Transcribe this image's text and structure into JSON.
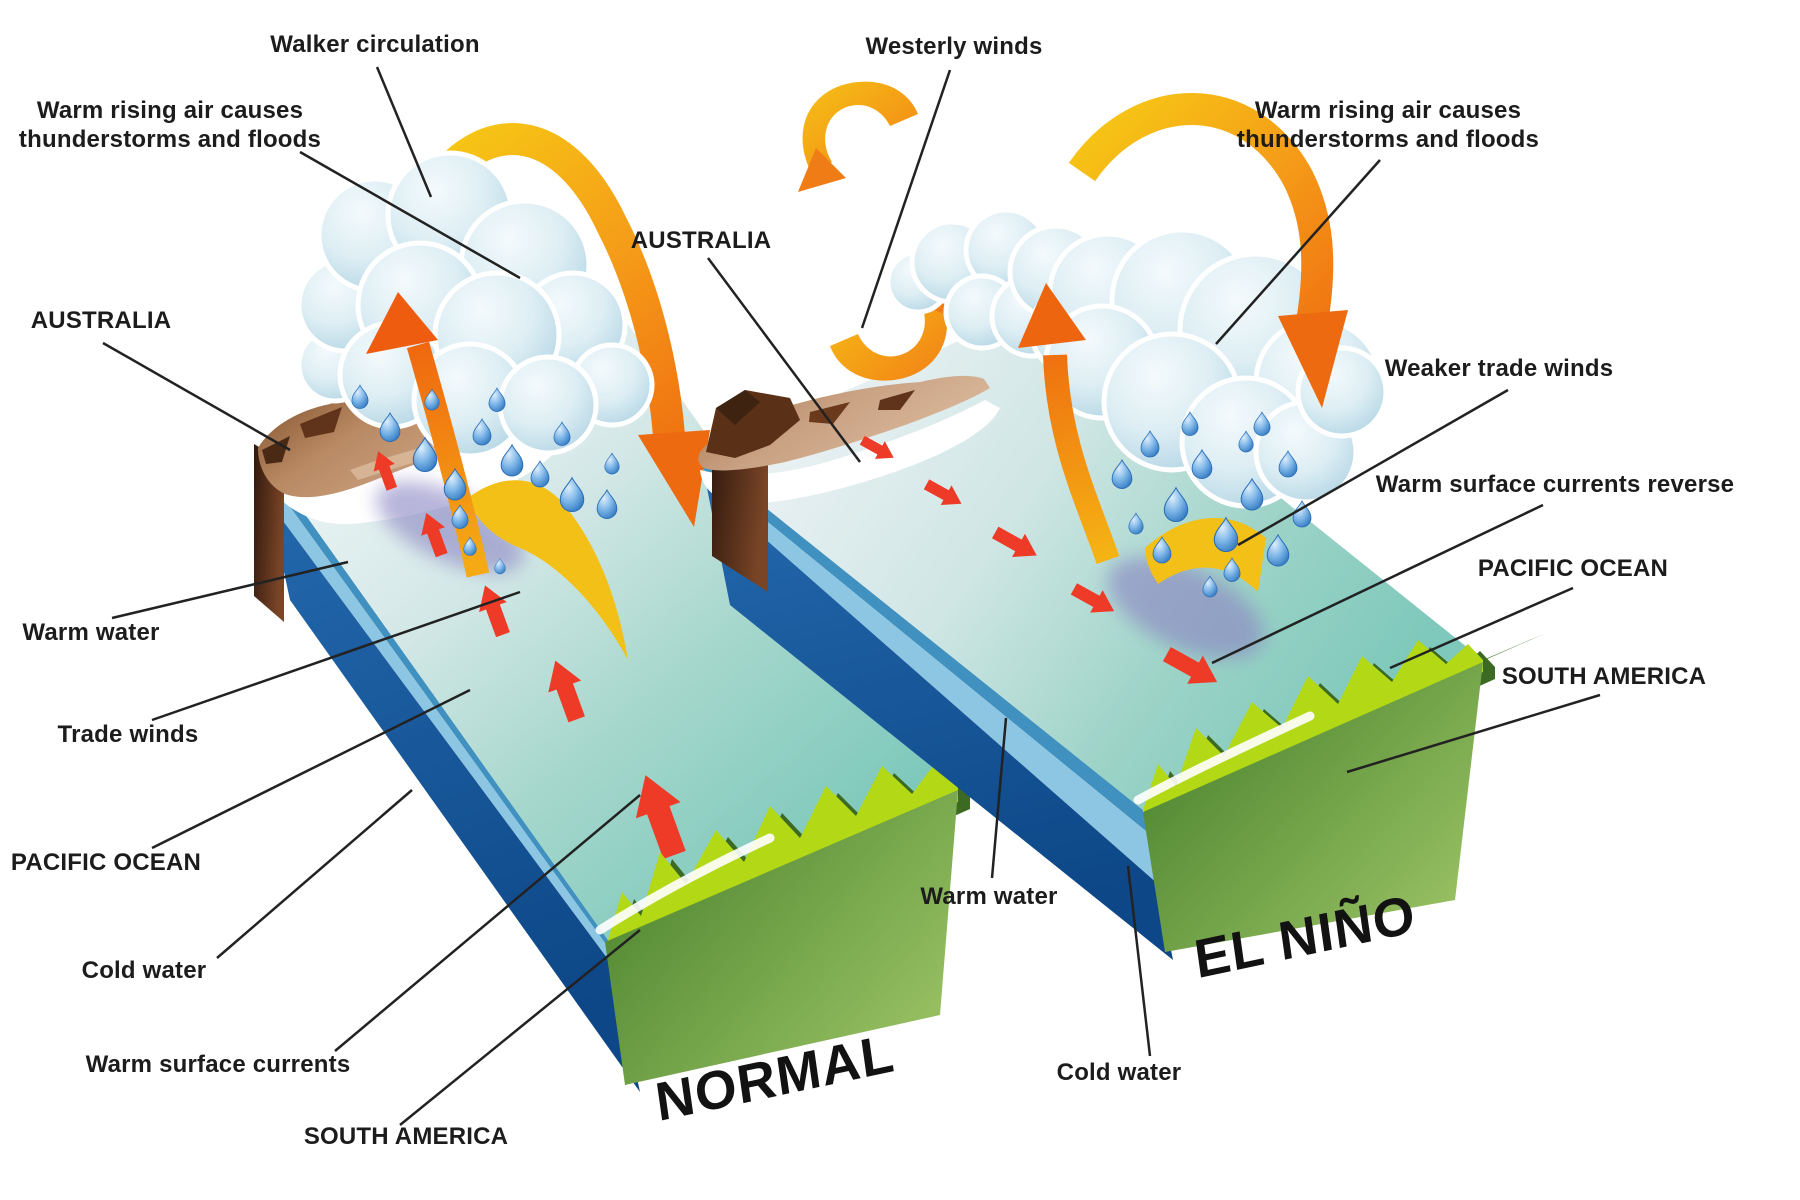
{
  "panels": {
    "normal": {
      "title": "NORMAL",
      "labels": {
        "walker_circulation": "Walker circulation",
        "warm_rising_line1": "Warm rising air causes",
        "warm_rising_line2": "thunderstorms and floods",
        "australia": "AUSTRALIA",
        "warm_water": "Warm water",
        "trade_winds": "Trade winds",
        "pacific_ocean": "PACIFIC OCEAN",
        "cold_water": "Cold water",
        "warm_surface_currents": "Warm surface currents",
        "south_america": "SOUTH AMERICA"
      }
    },
    "el_nino": {
      "title": "EL NIÑO",
      "labels": {
        "westerly_winds": "Westerly winds",
        "warm_rising_line1": "Warm rising air causes",
        "warm_rising_line2": "thunderstorms and floods",
        "australia": "AUSTRALIA",
        "weaker_trade_winds": "Weaker trade winds",
        "warm_surface_currents_reverse": "Warm surface currents reverse",
        "pacific_ocean": "PACIFIC OCEAN",
        "south_america": "SOUTH AMERICA",
        "warm_water": "Warm water",
        "cold_water": "Cold water"
      }
    }
  },
  "colors": {
    "background": "#ffffff",
    "text": "#1c1c1c",
    "leader_line": "#222222",
    "ocean_pale": "#e9f2f3",
    "ocean_teal": "#7cc8bb",
    "warm_layer_blue": "#8cc6e2",
    "mid_layer_blue": "#4090c0",
    "cold_deep_blue": "#114e90",
    "land_brown": "#8a5a33",
    "land_tan": "#c9a184",
    "south_america_green": "#4e8a33",
    "ridge_green": "#b2d816",
    "cloud_blue": "#cfe4ee",
    "rain_blue": "#2f77c0",
    "circulation_yellow": "#f6c216",
    "circulation_orange": "#ef6c10",
    "current_arrow_red": "#ee3b27",
    "wet_patch_purple": "#8d88c4"
  }
}
